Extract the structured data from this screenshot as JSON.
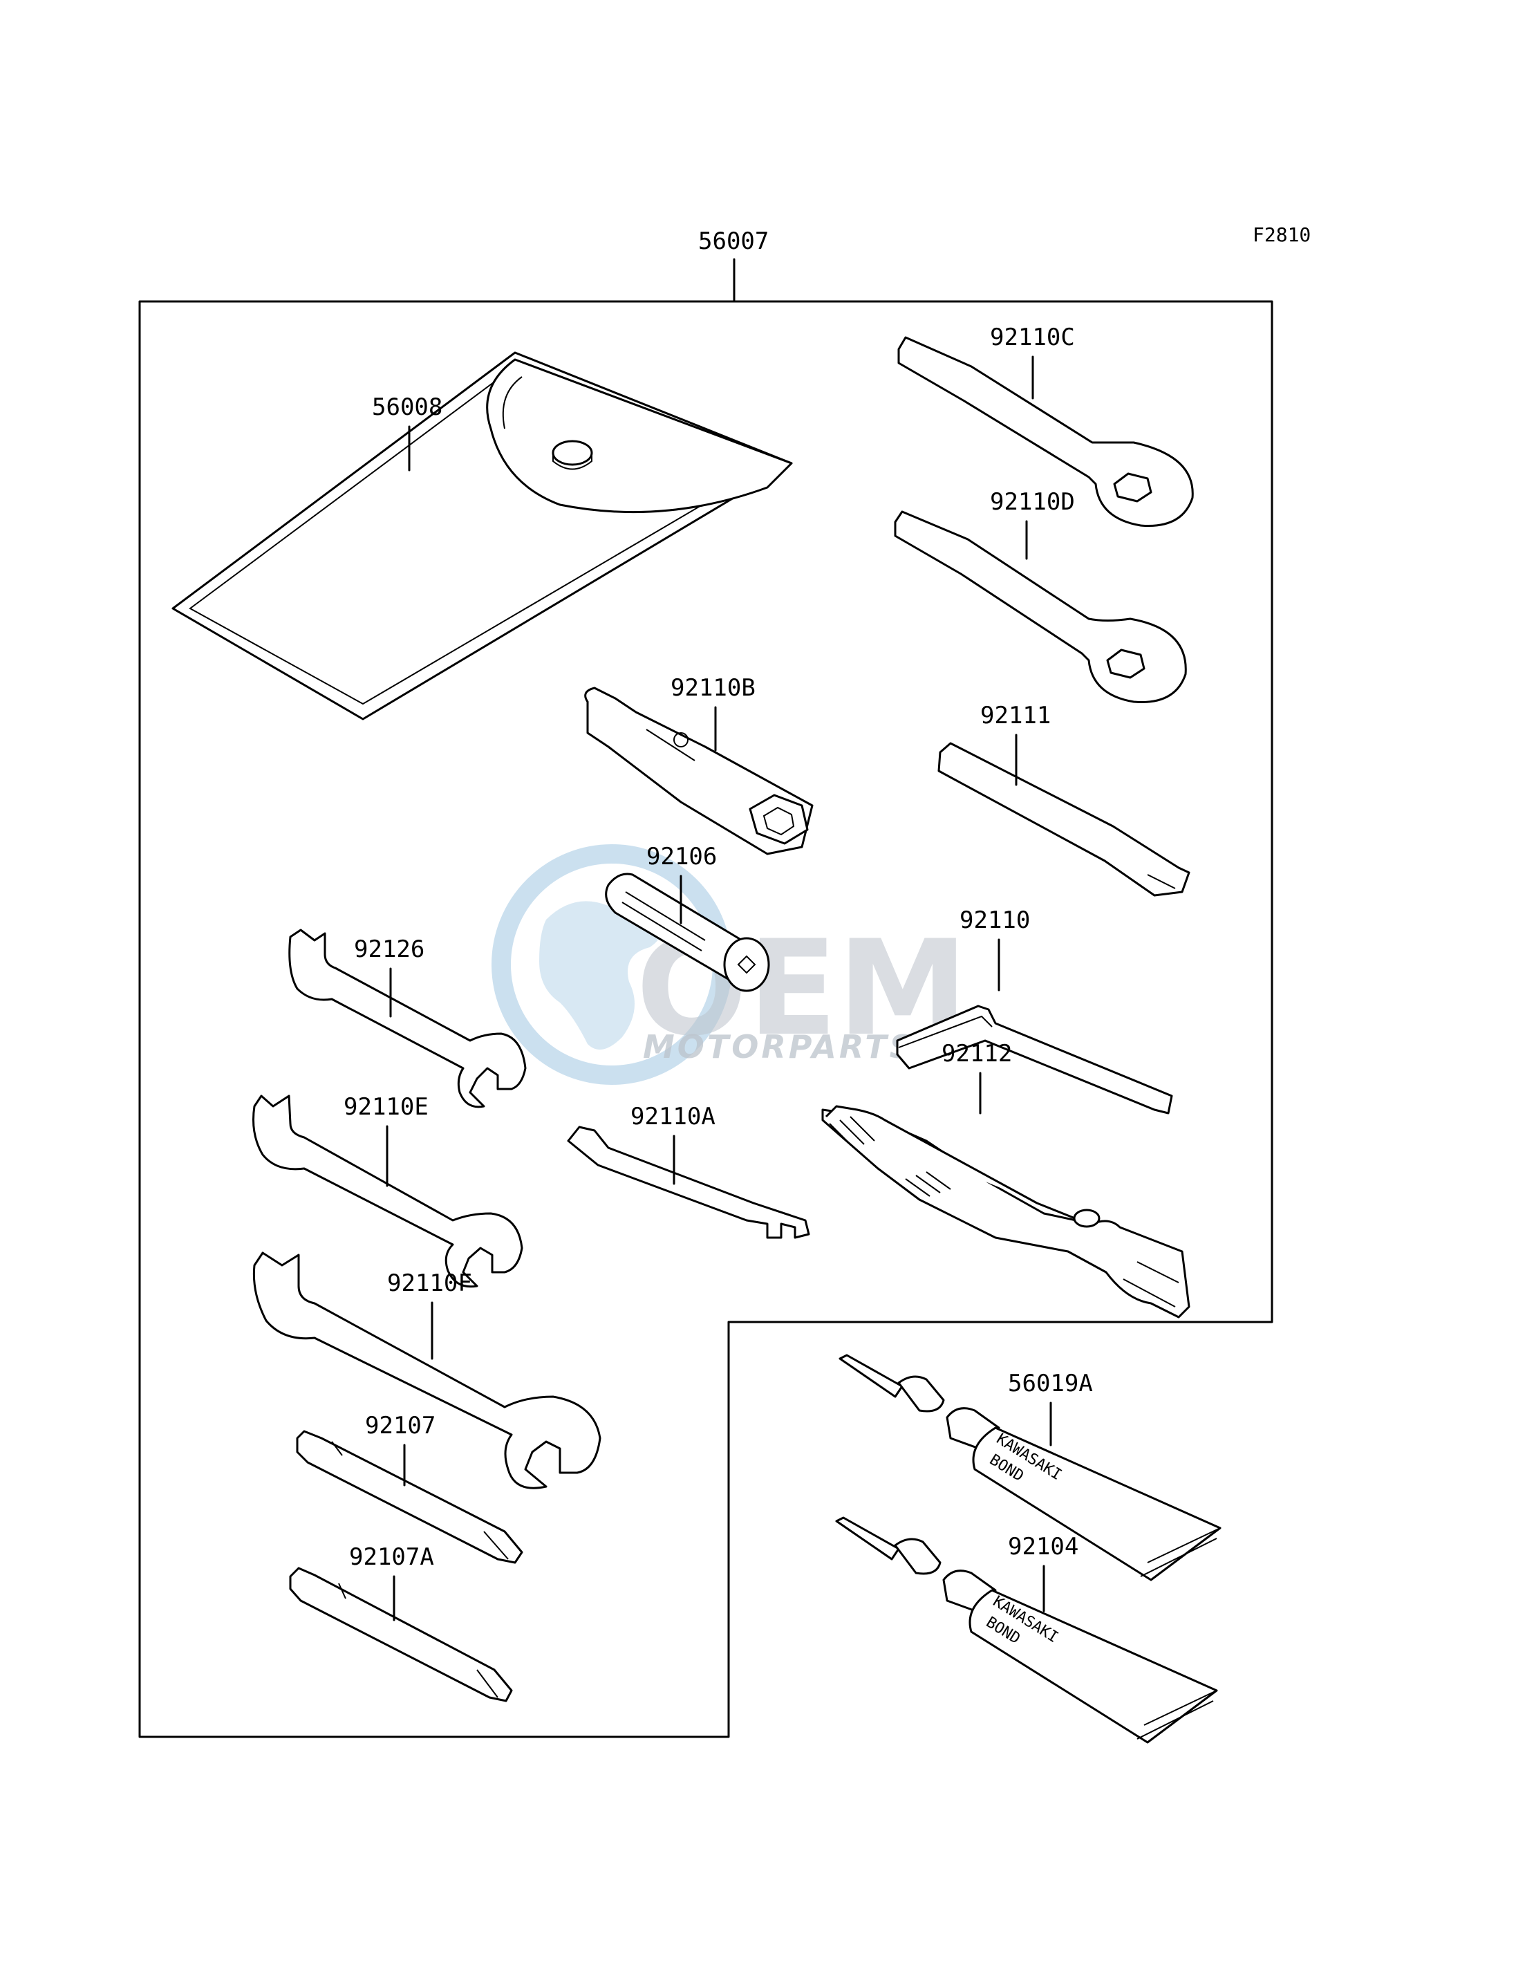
{
  "figure_code": "F2810",
  "watermark": {
    "logo_text": "OEM",
    "subtext": "MOTORPARTS",
    "globe_color": "#a9cbe4",
    "text_color": "#bcc3cb"
  },
  "kit": {
    "label": "56007"
  },
  "parts": [
    {
      "id": "56008",
      "name": "tool-pouch"
    },
    {
      "id": "92110C",
      "name": "box-wrench-c"
    },
    {
      "id": "92110D",
      "name": "box-wrench-d"
    },
    {
      "id": "92110B",
      "name": "spark-plug-wrench"
    },
    {
      "id": "92111",
      "name": "wrench-handle"
    },
    {
      "id": "92106",
      "name": "socket-extension"
    },
    {
      "id": "92110",
      "name": "hex-key"
    },
    {
      "id": "92126",
      "name": "open-wrench-small"
    },
    {
      "id": "92110E",
      "name": "open-wrench-medium"
    },
    {
      "id": "92110A",
      "name": "flat-spanner"
    },
    {
      "id": "92112",
      "name": "pliers"
    },
    {
      "id": "92110F",
      "name": "open-wrench-large"
    },
    {
      "id": "92107",
      "name": "screwdriver-bit"
    },
    {
      "id": "92107A",
      "name": "screwdriver-bit-a"
    },
    {
      "id": "56019A",
      "name": "bond-tube-a"
    },
    {
      "id": "92104",
      "name": "bond-tube"
    }
  ],
  "tube_print": {
    "line1": "KAWASAKI",
    "line2": "BOND"
  }
}
